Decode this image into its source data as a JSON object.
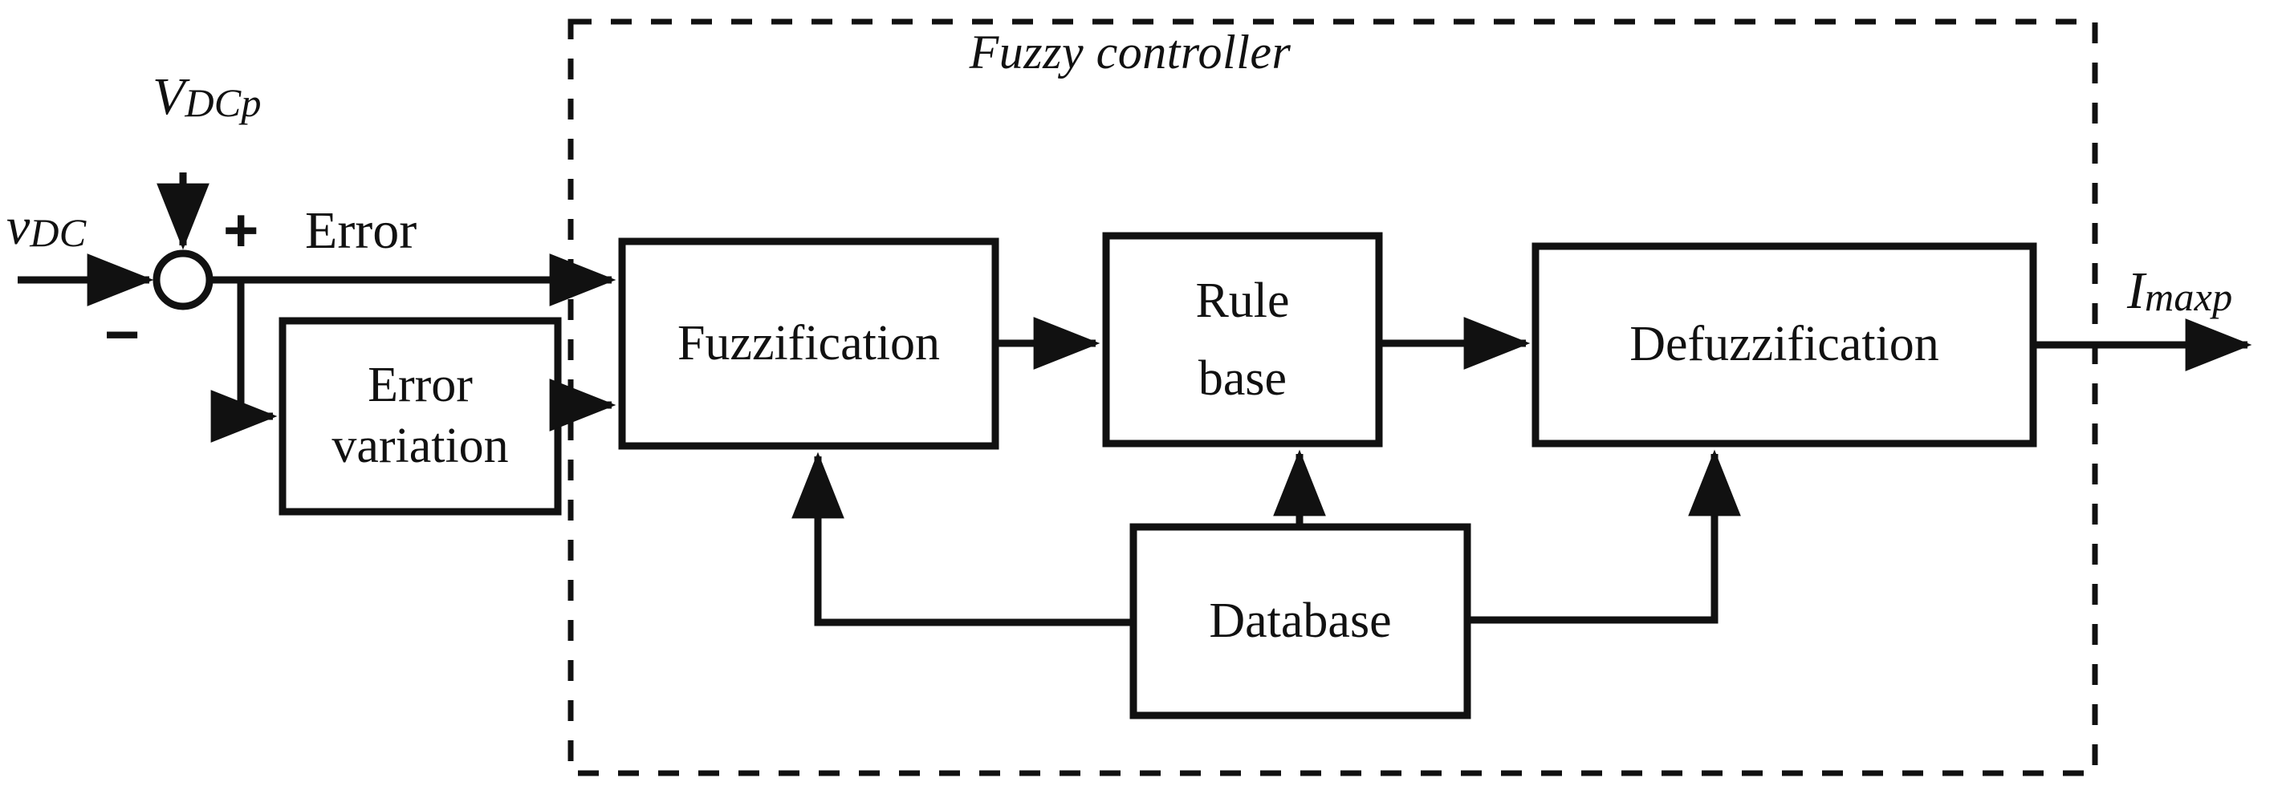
{
  "diagram": {
    "title": "Fuzzy controller",
    "colors": {
      "stroke": "#111111",
      "background": "#ffffff",
      "text": "#111111"
    },
    "container": {
      "label": "Fuzzy controller",
      "border_style": "dashed"
    },
    "blocks": [
      {
        "id": "error_variation",
        "lines": [
          "Error",
          "variation"
        ]
      },
      {
        "id": "fuzzification",
        "lines": [
          "Fuzzification"
        ]
      },
      {
        "id": "rule_base",
        "lines": [
          "Rule",
          "base"
        ]
      },
      {
        "id": "defuzzification",
        "lines": [
          "Defuzzification"
        ]
      },
      {
        "id": "database",
        "lines": [
          "Database"
        ]
      }
    ],
    "signals": {
      "input_measured_main": "v",
      "input_measured_sub": "DC",
      "input_reference_main": "V",
      "input_reference_sub": "DCp",
      "output_main": "I",
      "output_sub": "maxp",
      "error_label": "Error",
      "plus_sign": "+",
      "minus_sign": "−"
    }
  }
}
